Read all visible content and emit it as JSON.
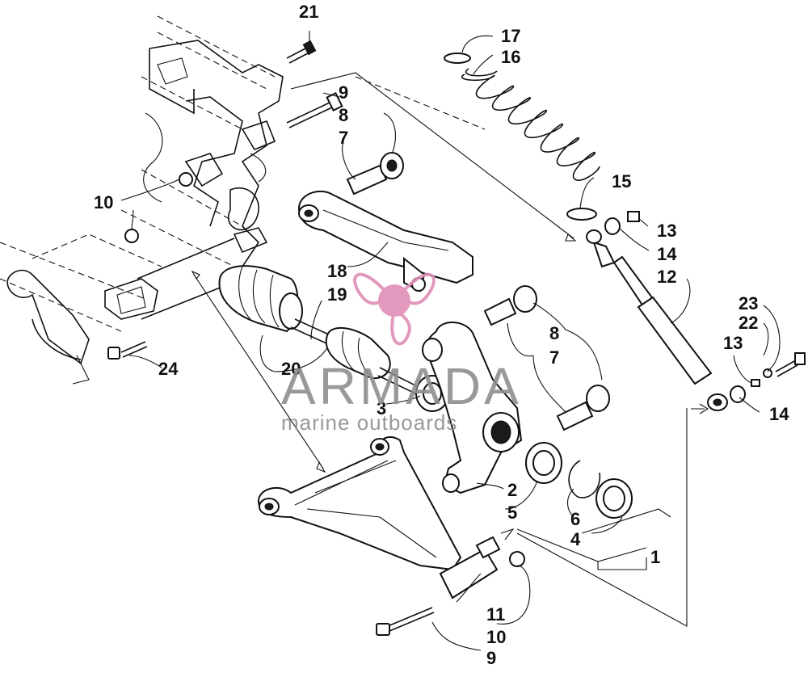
{
  "diagram": {
    "callouts": [
      {
        "id": "c21",
        "text": "21"
      },
      {
        "id": "c17",
        "text": "17"
      },
      {
        "id": "c16",
        "text": "16"
      },
      {
        "id": "c9a",
        "text": "9"
      },
      {
        "id": "c8a",
        "text": "8"
      },
      {
        "id": "c7a",
        "text": "7"
      },
      {
        "id": "c15",
        "text": "15"
      },
      {
        "id": "c10a",
        "text": "10"
      },
      {
        "id": "c13a",
        "text": "13"
      },
      {
        "id": "c14a",
        "text": "14"
      },
      {
        "id": "c12",
        "text": "12"
      },
      {
        "id": "c18",
        "text": "18"
      },
      {
        "id": "c19",
        "text": "19"
      },
      {
        "id": "c23",
        "text": "23"
      },
      {
        "id": "c22",
        "text": "22"
      },
      {
        "id": "c13b",
        "text": "13"
      },
      {
        "id": "c8b",
        "text": "8"
      },
      {
        "id": "c7b",
        "text": "7"
      },
      {
        "id": "c24",
        "text": "24"
      },
      {
        "id": "c20",
        "text": "20"
      },
      {
        "id": "c3",
        "text": "3"
      },
      {
        "id": "c14b",
        "text": "14"
      },
      {
        "id": "c2",
        "text": "2"
      },
      {
        "id": "c5",
        "text": "5"
      },
      {
        "id": "c6",
        "text": "6"
      },
      {
        "id": "c4",
        "text": "4"
      },
      {
        "id": "c1",
        "text": "1"
      },
      {
        "id": "c11",
        "text": "11"
      },
      {
        "id": "c10b",
        "text": "10"
      },
      {
        "id": "c9b",
        "text": "9"
      }
    ]
  },
  "watermark": {
    "title": "ARMADA",
    "subtitle": "marine outboards",
    "logo_color": "#e08fb8",
    "text_color": "#8e8e8e"
  }
}
